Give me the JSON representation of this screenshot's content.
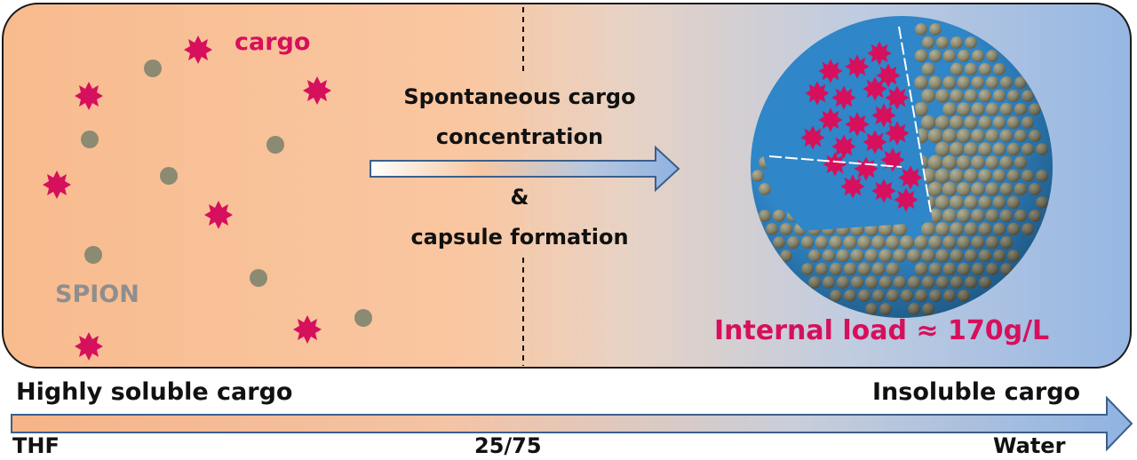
{
  "labels": {
    "cargo": "cargo",
    "spion": "SPION",
    "process_line1": "Spontaneous cargo",
    "process_line2": "concentration",
    "process_amp": "&",
    "process_line3": "capsule formation",
    "internal_load": "Internal load ≈ 170g/L",
    "left_solubility": "Highly soluble cargo",
    "right_solubility": "Insoluble cargo",
    "solvent_left": "THF",
    "solvent_mid": "25/75",
    "solvent_right": "Water"
  },
  "colors": {
    "cargo": "#d6105c",
    "spion": "#8b8a72",
    "panel_left": "#f8bd93",
    "panel_right": "#9cbbe4",
    "capsule_inside": "#2f86c8",
    "text_dark": "#111111",
    "spion_label": "#8e8e8e"
  },
  "icons": [
    "cargo-molecule-icon",
    "spion-particle-icon",
    "capsule-sphere-icon",
    "process-arrow-icon",
    "solvent-gradient-arrow-icon"
  ]
}
